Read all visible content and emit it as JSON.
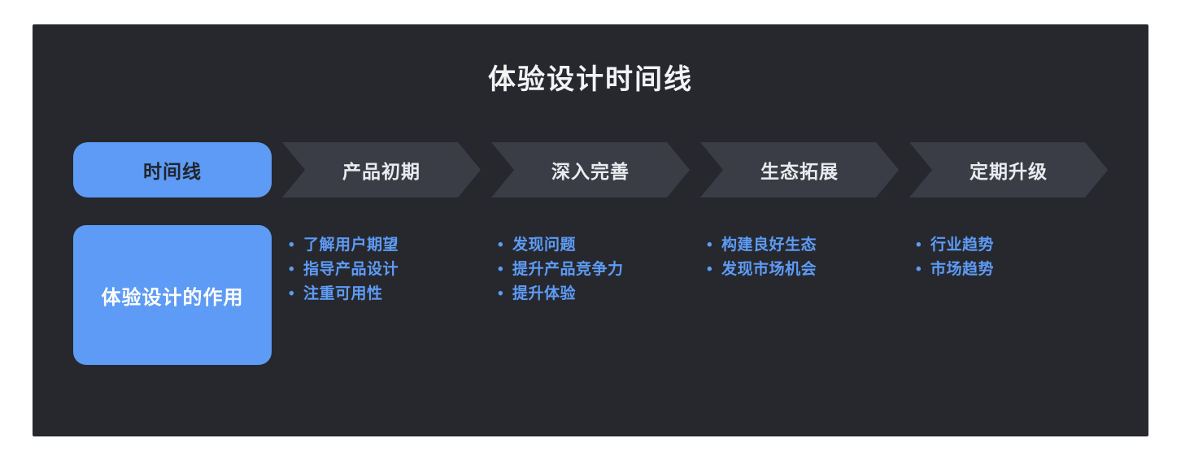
{
  "title": "体验设计时间线",
  "colors": {
    "panel_bg": "#26282e",
    "chevron_bg": "#3a3d45",
    "accent_blue": "#5e9bf6",
    "title_text": "#f2f3f5",
    "bullet_text": "#5e9bf6"
  },
  "timeline": {
    "start_label": "时间线",
    "stages": [
      {
        "label": "产品初期",
        "bullets": [
          "了解用户期望",
          "指导产品设计",
          "注重可用性"
        ]
      },
      {
        "label": "深入完善",
        "bullets": [
          "发现问题",
          "提升产品竞争力",
          "提升体验"
        ]
      },
      {
        "label": "生态拓展",
        "bullets": [
          "构建良好生态",
          "发现市场机会"
        ]
      },
      {
        "label": "定期升级",
        "bullets": [
          "行业趋势",
          "市场趋势"
        ]
      }
    ]
  },
  "row_label": "体验设计的作用"
}
